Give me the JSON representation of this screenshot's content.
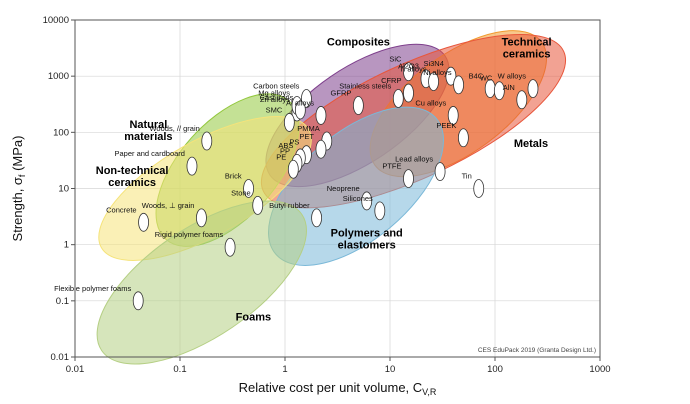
{
  "chart_data": {
    "type": "scatter",
    "x_scale": "log",
    "y_scale": "log",
    "xlim": [
      0.01,
      1000
    ],
    "ylim": [
      0.01,
      10000
    ],
    "x_ticks": [
      "0.01",
      "0.1",
      "1",
      "10",
      "100",
      "1000"
    ],
    "y_ticks": [
      "0.01",
      "0.1",
      "1",
      "10",
      "100",
      "1000",
      "10000"
    ],
    "xlabel": "Relative cost per unit volume, C",
    "xlabel_sub": "V,R",
    "ylabel": "Strength, σ",
    "ylabel_sub": "f",
    "ylabel_unit": " (MPa)",
    "grid": true,
    "credit": "CES EduPack 2019 (Granta Design Ltd.)",
    "families": [
      {
        "name": "Composites",
        "color": "#7e3f8c",
        "x": [
          0.8,
          30
        ],
        "y": [
          20,
          2000
        ],
        "label_x": 5,
        "label_y": 3500
      },
      {
        "name": "Technical\nceramics",
        "color": "#f29a2e",
        "x": [
          8,
          250
        ],
        "y": [
          30,
          3500
        ],
        "label_x": 200,
        "label_y": 3500
      },
      {
        "name": "Metals",
        "color": "#e8563b",
        "x": [
          0.7,
          400
        ],
        "y": [
          10,
          2500
        ],
        "label_x": 220,
        "label_y": 55
      },
      {
        "name": "Polymers and\nelastomers",
        "color": "#7ab8d8",
        "x": [
          0.9,
          25
        ],
        "y": [
          0.8,
          150
        ],
        "label_x": 6,
        "label_y": 1.4
      },
      {
        "name": "Natural\nmaterials",
        "color": "#93c83e",
        "x": [
          0.08,
          1
        ],
        "y": [
          1.5,
          300
        ],
        "label_x": 0.05,
        "label_y": 120
      },
      {
        "name": "Non-technical\nceramics",
        "color": "#f5e37a",
        "x": [
          0.02,
          1.5
        ],
        "y": [
          1,
          100
        ],
        "label_x": 0.035,
        "label_y": 18
      },
      {
        "name": "Foams",
        "color": "#b5cf84",
        "x": [
          0.02,
          1.3
        ],
        "y": [
          0.015,
          3
        ],
        "label_x": 0.5,
        "label_y": 0.045
      }
    ],
    "materials": [
      {
        "name": "SiC",
        "x": 15,
        "y": 1200
      },
      {
        "name": "Al2O3",
        "x": 22,
        "y": 900
      },
      {
        "name": "Si3N4",
        "x": 38,
        "y": 1000
      },
      {
        "name": "B4C",
        "x": 90,
        "y": 600
      },
      {
        "name": "WC",
        "x": 110,
        "y": 550
      },
      {
        "name": "W alloys",
        "x": 230,
        "y": 600
      },
      {
        "name": "AlN",
        "x": 180,
        "y": 380
      },
      {
        "name": "Ti alloys",
        "x": 26,
        "y": 800
      },
      {
        "name": "Ni alloys",
        "x": 45,
        "y": 700
      },
      {
        "name": "CFRP",
        "x": 15,
        "y": 500
      },
      {
        "name": "GFRP",
        "x": 5,
        "y": 300
      },
      {
        "name": "Stainless steels",
        "x": 12,
        "y": 400
      },
      {
        "name": "Zn alloys",
        "x": 1.3,
        "y": 230
      },
      {
        "name": "SMC",
        "x": 1.1,
        "y": 150
      },
      {
        "name": "Mg alloys",
        "x": 1.3,
        "y": 300
      },
      {
        "name": "Carbon steels",
        "x": 1.6,
        "y": 400
      },
      {
        "name": "Cast irons",
        "x": 1.4,
        "y": 250
      },
      {
        "name": "Al alloys",
        "x": 2.2,
        "y": 200
      },
      {
        "name": "PMMA",
        "x": 2.5,
        "y": 70
      },
      {
        "name": "PET",
        "x": 2.2,
        "y": 50
      },
      {
        "name": "PS",
        "x": 1.6,
        "y": 40
      },
      {
        "name": "ABS",
        "x": 1.4,
        "y": 35
      },
      {
        "name": "PP",
        "x": 1.3,
        "y": 28
      },
      {
        "name": "PE",
        "x": 1.2,
        "y": 22
      },
      {
        "name": "PEEK",
        "x": 50,
        "y": 80
      },
      {
        "name": "Cu alloys",
        "x": 40,
        "y": 200
      },
      {
        "name": "PTFE",
        "x": 15,
        "y": 15
      },
      {
        "name": "Lead alloys",
        "x": 30,
        "y": 20
      },
      {
        "name": "Tin",
        "x": 70,
        "y": 10
      },
      {
        "name": "Neoprene",
        "x": 6,
        "y": 6
      },
      {
        "name": "Butyl rubber",
        "x": 2,
        "y": 3
      },
      {
        "name": "Silicones",
        "x": 8,
        "y": 4
      },
      {
        "name": "Woods, // grain",
        "x": 0.18,
        "y": 70
      },
      {
        "name": "Paper and cardboard",
        "x": 0.13,
        "y": 25
      },
      {
        "name": "Brick",
        "x": 0.45,
        "y": 10
      },
      {
        "name": "Stone",
        "x": 0.55,
        "y": 5
      },
      {
        "name": "Woods, ⊥ grain",
        "x": 0.16,
        "y": 3
      },
      {
        "name": "Concrete",
        "x": 0.045,
        "y": 2.5
      },
      {
        "name": "Flexible polymer foams",
        "x": 0.04,
        "y": 0.1
      },
      {
        "name": "Rigid polymer foams",
        "x": 0.3,
        "y": 0.9
      }
    ]
  }
}
